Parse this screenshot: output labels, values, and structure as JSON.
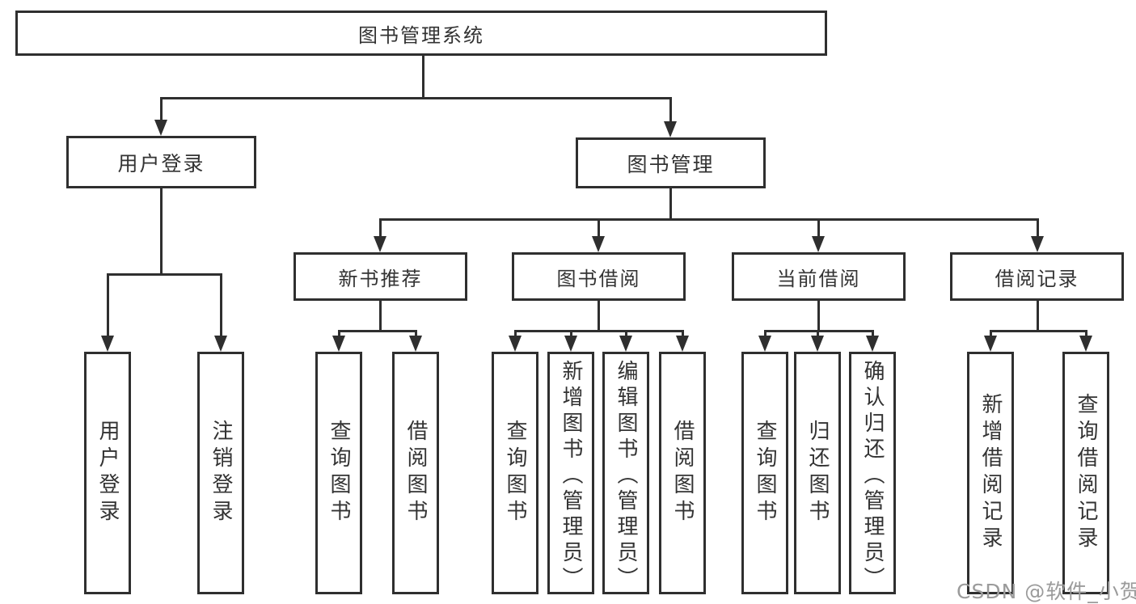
{
  "tree": {
    "root": "图书管理系统",
    "children": [
      {
        "label": "用户登录",
        "children": [
          "用户登录",
          "注销登录"
        ]
      },
      {
        "label": "图书管理",
        "children": [
          {
            "label": "新书推荐",
            "children": [
              "查询图书",
              "借阅图书"
            ]
          },
          {
            "label": "图书借阅",
            "children": [
              "查询图书",
              "新增图书（管理员）",
              "编辑图书（管理员）",
              "借阅图书"
            ]
          },
          {
            "label": "当前借阅",
            "children": [
              "查询图书",
              "归还图书",
              "确认归还（管理员）"
            ]
          },
          {
            "label": "借阅记录",
            "children": [
              "新增借阅记录",
              "查询借阅记录"
            ]
          }
        ]
      }
    ]
  },
  "watermark": {
    "text": "CSDN @软件_小贺同学"
  },
  "colors": {
    "line": "#2f2f2f",
    "text": "#333333",
    "watermark": "#9b9b9b",
    "background": "#ffffff"
  }
}
